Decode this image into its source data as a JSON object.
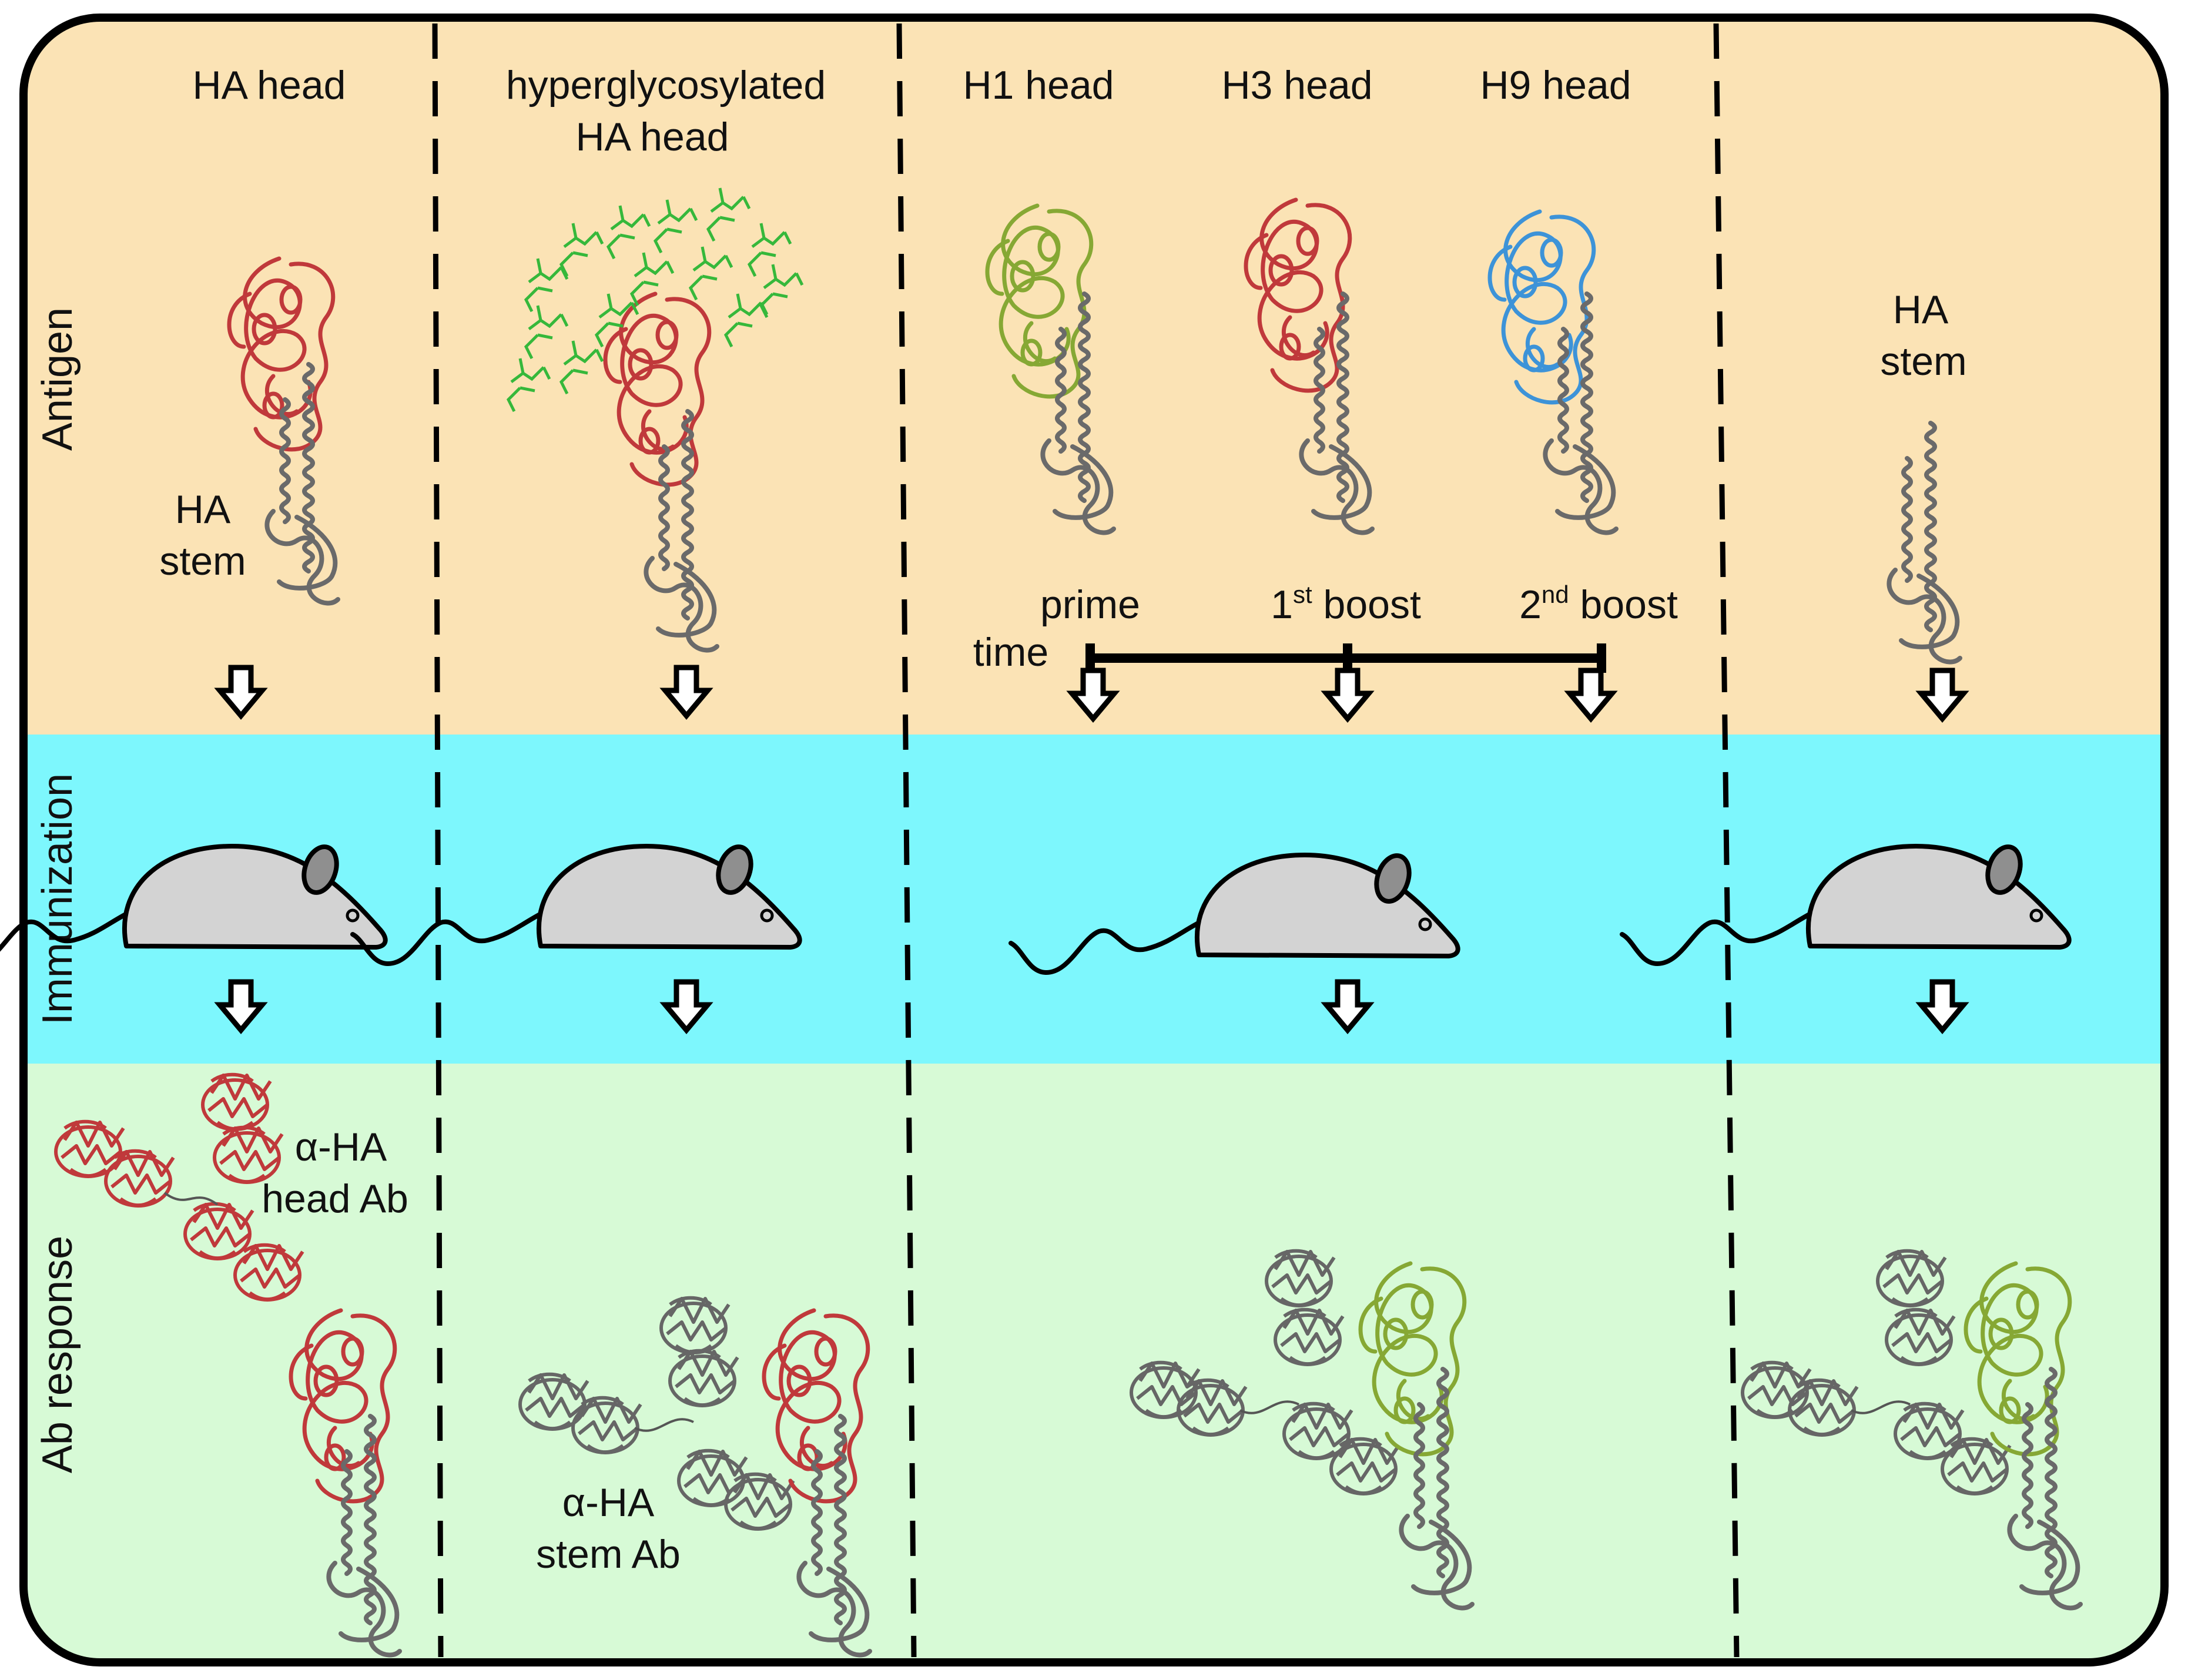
{
  "rows": {
    "antigen": "Antigen",
    "immunization": "Immunization",
    "ab_response": "Ab response"
  },
  "columns": {
    "head": {
      "title": "HA head",
      "stem_label_1": "HA",
      "stem_label_2": "stem",
      "ab_label_1": "α-HA",
      "ab_label_2": "head Ab"
    },
    "glyco": {
      "title_1": "hyperglycosylated",
      "title_2": "HA head",
      "ab_label_1": "α-HA",
      "ab_label_2": "stem Ab"
    },
    "chimeric": {
      "h1": "H1 head",
      "h3": "H3 head",
      "h9": "H9 head",
      "prime": "prime",
      "boost1_pre": "1",
      "boost1_sup": "st",
      "boost1_post": " boost",
      "boost2_pre": "2",
      "boost2_sup": "nd",
      "boost2_post": " boost",
      "time": "time"
    },
    "stem": {
      "title_1": "HA",
      "title_2": "stem"
    }
  },
  "colors": {
    "antigen_band": "#fbe3b5",
    "immunization_band": "#7df7fd",
    "ab_band": "#d7fad6",
    "ha_head_red": "#c0393b",
    "h1_green": "#86a834",
    "h9_blue": "#3d93d8",
    "glycan_green": "#36b83b",
    "stem_grey": "#6a6a6a",
    "mouse_body": "#d3d3d3"
  },
  "icons": [
    "mouse-icon",
    "down-arrow-icon",
    "protein-structure-icon",
    "antibody-structure-icon",
    "glycan-shield-icon"
  ]
}
